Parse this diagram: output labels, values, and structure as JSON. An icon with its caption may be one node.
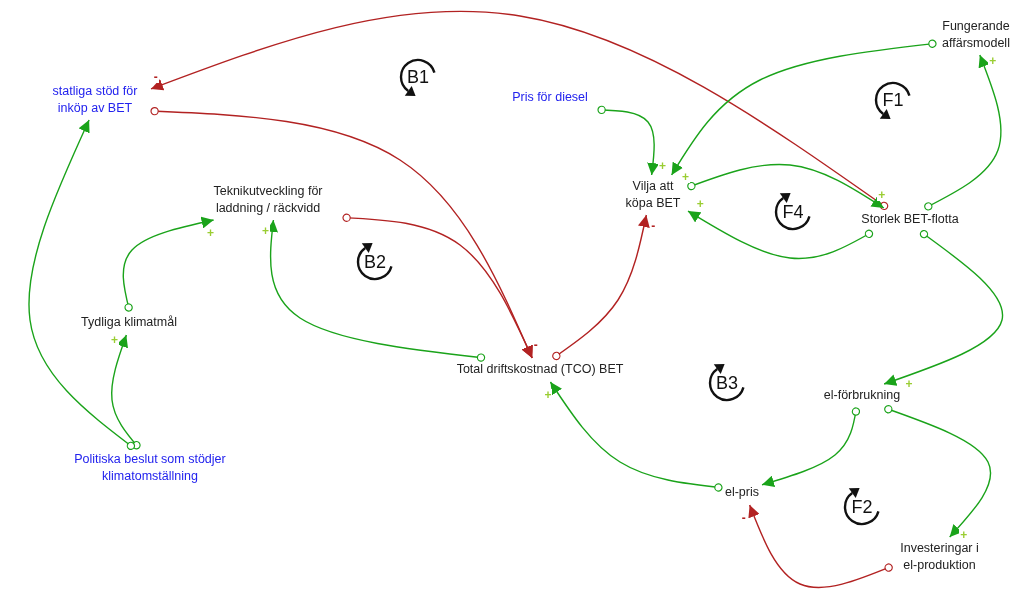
{
  "diagram": {
    "nodes": [
      {
        "text": [
          "statliga stöd för inköp av BET"
        ]
      },
      {
        "text": [
          "Pris för diesel"
        ]
      },
      {
        "text": [
          "Fungerande affärsmodell"
        ]
      },
      {
        "text": [
          "Teknikutveckling för laddning / räckvidd"
        ]
      },
      {
        "text": [
          "Vilja att köpa BET"
        ]
      },
      {
        "text": [
          "Storlek BET-flotta"
        ]
      },
      {
        "text": [
          "Tydliga klimatmål"
        ]
      },
      {
        "text": [
          "Total driftskostnad (TCO) BET"
        ]
      },
      {
        "text": [
          "el-förbrukning"
        ]
      },
      {
        "text": [
          "Politiska beslut som stödjer klimatomställning"
        ]
      },
      {
        "text": [
          "el-pris"
        ]
      },
      {
        "text": [
          "Investeringar i el-produktion"
        ]
      }
    ],
    "edges": [
      {
        "from": 5,
        "to": 0,
        "arrow": "to",
        "label": "-",
        "color": "#b22222"
      },
      {
        "from": 0,
        "to": 7,
        "arrow": "to",
        "label": "-",
        "color": "#b22222"
      },
      {
        "from": 3,
        "to": 7,
        "arrow": "to",
        "color": "#b22222"
      },
      {
        "from": 7,
        "to": 4,
        "arrow": "to",
        "label": "-",
        "color": "#b22222"
      },
      {
        "from": 7,
        "to": 3,
        "arrow": "to",
        "label": "+"
      },
      {
        "from": 1,
        "to": 4,
        "arrow": "to",
        "label": "+"
      },
      {
        "from": 2,
        "to": 4,
        "arrow": "to",
        "label": "+"
      },
      {
        "from": 4,
        "to": 5,
        "arrow": "to",
        "label": "+"
      },
      {
        "from": 5,
        "to": 4,
        "arrow": "to",
        "label": "+"
      },
      {
        "from": 5,
        "to": 2,
        "arrow": "to",
        "label": "+"
      },
      {
        "from": 5,
        "to": 8,
        "arrow": "to",
        "label": "+"
      },
      {
        "from": 8,
        "to": 10,
        "arrow": "to"
      },
      {
        "from": 10,
        "to": 7,
        "arrow": "to",
        "label": "+"
      },
      {
        "from": 8,
        "to": 11,
        "arrow": "to",
        "label": "+"
      },
      {
        "from": 11,
        "to": 10,
        "arrow": "to",
        "label": "-",
        "color": "#b22222"
      },
      {
        "from": 6,
        "to": 3,
        "arrow": "to",
        "label": "+"
      },
      {
        "from": 9,
        "to": 6,
        "arrow": "to",
        "label": "+"
      },
      {
        "from": 9,
        "to": 0,
        "arrow": "to"
      }
    ],
    "labels": [
      "B1",
      "F1",
      "B2",
      "F4",
      "B3",
      "F2"
    ]
  }
}
